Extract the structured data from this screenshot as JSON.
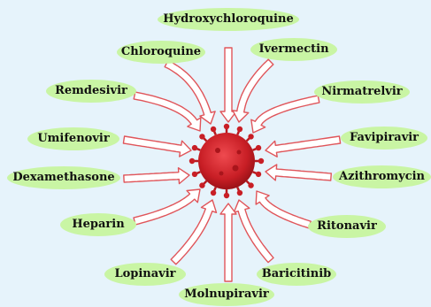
{
  "center_icon": "coronavirus-icon",
  "colors": {
    "background": "#e6f3fb",
    "pill": "#c9f5a4",
    "arrow_stroke": "#e0555a",
    "arrow_fill": "#ffffff",
    "virus": "#cc1f26"
  },
  "drugs": [
    {
      "id": "hydroxychloroquine",
      "label": "Hydroxychloroquine"
    },
    {
      "id": "chloroquine",
      "label": "Chloroquine"
    },
    {
      "id": "ivermectin",
      "label": "Ivermectin"
    },
    {
      "id": "remdesivir",
      "label": "Remdesivir"
    },
    {
      "id": "nirmatrelvir",
      "label": "Nirmatrelvir"
    },
    {
      "id": "umifenovir",
      "label": "Umifenovir"
    },
    {
      "id": "favipiravir",
      "label": "Favipiravir"
    },
    {
      "id": "dexamethasone",
      "label": "Dexamethasone"
    },
    {
      "id": "azithromycin",
      "label": "Azithromycin"
    },
    {
      "id": "heparin",
      "label": "Heparin"
    },
    {
      "id": "ritonavir",
      "label": "Ritonavir"
    },
    {
      "id": "lopinavir",
      "label": "Lopinavir"
    },
    {
      "id": "baricitinib",
      "label": "Baricitinib"
    },
    {
      "id": "molnupiravir",
      "label": "Molnupiravir"
    }
  ]
}
